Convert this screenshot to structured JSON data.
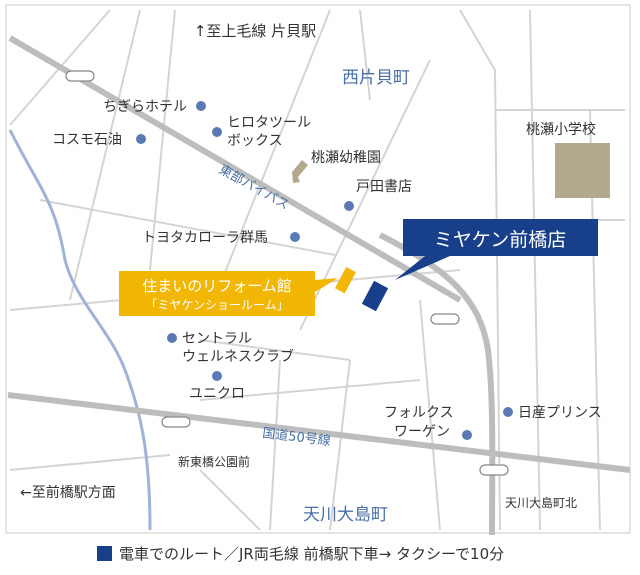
{
  "directions": {
    "north": "↑至上毛線 片貝駅",
    "west": "←至前橋駅方面"
  },
  "areas": {
    "nishikatakai": "西片貝町",
    "amagawa_oshima": "天川大島町"
  },
  "roads": {
    "bypass": "東部バイパス",
    "route50": "国道50号線"
  },
  "places": {
    "chigira": "ちぎらホテル",
    "hiroto1": "ヒロタツール",
    "hiroto2": "ボックス",
    "cosmo": "コスモ石油",
    "momose_kg": "桃瀬幼稚園",
    "momose_es": "桃瀬小学校",
    "toda": "戸田書店",
    "toyota": "トヨタカローラ群馬",
    "central1": "セントラル",
    "central2": "ウェルネスクラブ",
    "uniqlo": "ユニクロ",
    "folks1": "フォルクス",
    "folks2": "ワーゲン",
    "nissan": "日産プリンス",
    "shin_maebashi": "新東橋公園前",
    "amagawa_north": "天川大島町北"
  },
  "callouts": {
    "store": "ミヤケン前橋店",
    "reform_line1": "住まいのリフォーム館",
    "reform_line2": "「ミヤケンショールーム」"
  },
  "legend": {
    "text": "電車でのルート／JR両毛線 前橋駅下車→ タクシーで10分"
  },
  "colors": {
    "store": "#173f8a",
    "reform": "#f2b705",
    "marker": "#5b7ab5",
    "river": "#9fb3d9",
    "school": "#b3a98d",
    "kindergarten": "#b3a98d"
  }
}
